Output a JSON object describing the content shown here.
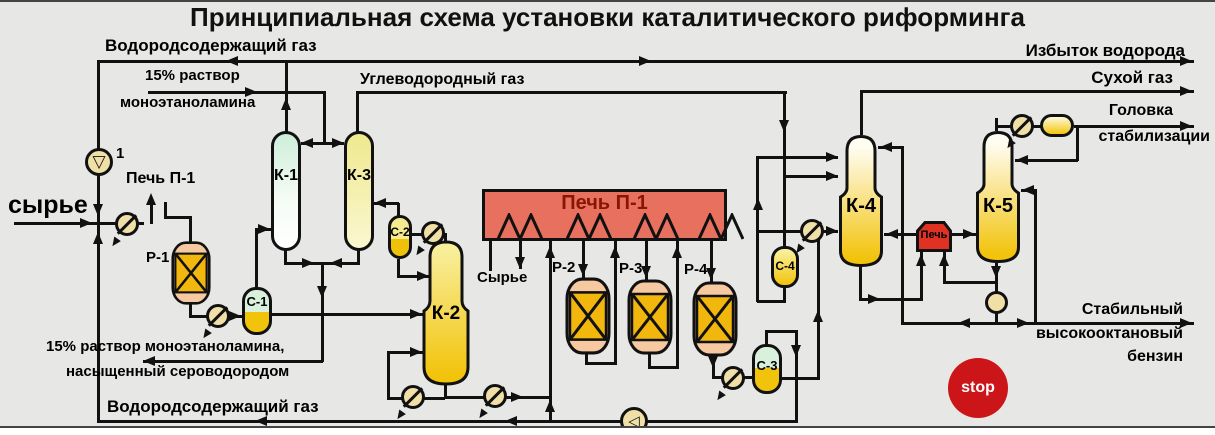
{
  "title": "Принципиальная схема установки каталитического риформинга",
  "streams": {
    "hydrogen_gas_top": "Водородсодержащий газ",
    "excess_hydrogen": "Избыток водорода",
    "mea_solution_line1": "15% раствор",
    "mea_solution_line2": "моноэтаноламина",
    "hydrocarbon_gas": "Углеводородный газ",
    "dry_gas": "Сухой газ",
    "stab_head_line1": "Головка",
    "stab_head_line2": "стабилизации",
    "feed": "сырье",
    "to_furnace": "Печь П-1",
    "furnace_feed": "Сырье",
    "rich_mea_line1": "15% раствор моноэтаноламина,",
    "rich_mea_line2": "насыщенный сероводородом",
    "hydrogen_gas_bottom": "Водородсодержащий газ",
    "gasoline_line1": "Стабильный",
    "gasoline_line2": "высокооктановый",
    "gasoline_line3": "бензин"
  },
  "equipment": {
    "furnace_main": "Печь П-1",
    "furnace_small": "Печь",
    "pump_tag": "1",
    "r1": "Р-1",
    "r2": "Р-2",
    "r3": "Р-3",
    "r4": "Р-4",
    "k1": "К-1",
    "k2": "К-2",
    "k3": "К-3",
    "k4": "К-4",
    "k5": "К-5",
    "s1": "С-1",
    "s2": "С-2",
    "s3": "С-3",
    "s4": "С-4"
  },
  "controls": {
    "stop_button": "stop"
  },
  "colors": {
    "background": "#e7e7e5",
    "line": "#111111",
    "furnace": "#e8705f",
    "furnace_small": "#e03222",
    "stop": "#cc1518",
    "reactor_body": "#f2b70d",
    "reactor_caps": "#f6c9a0",
    "vessel_gold": "#f2c30b",
    "vessel_mint": "#d9f0dc",
    "hx_fill": "#f0dfa6"
  }
}
